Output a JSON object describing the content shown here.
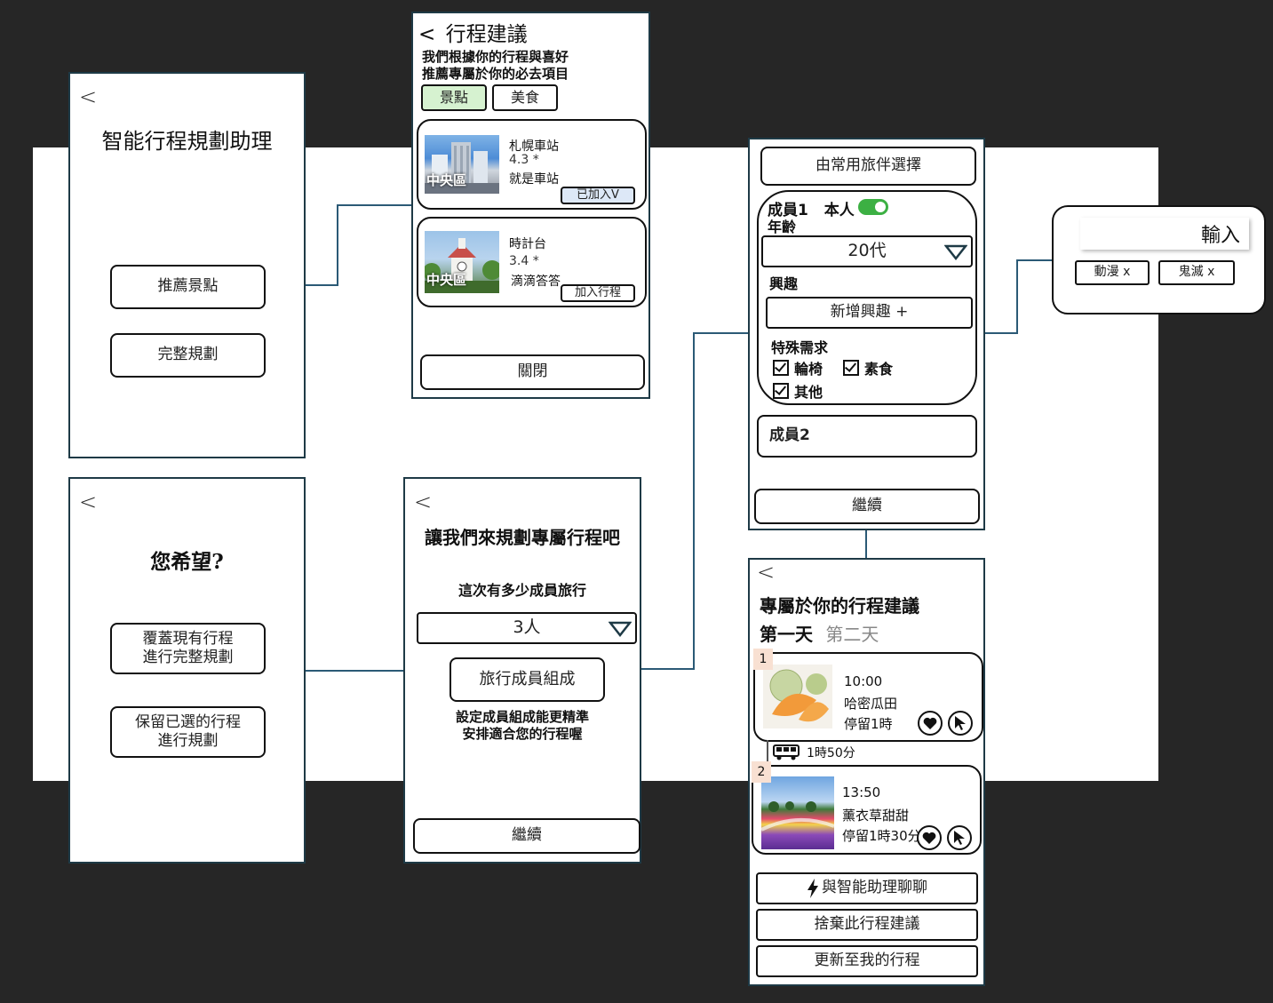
{
  "colors": {
    "background": "#262626",
    "frame_border": "#1e3a46",
    "connector": "#2b5a76",
    "tab_active": "#d6f2d0",
    "toggle_on": "#3cb043",
    "badge": "#dde8f7"
  },
  "screen1": {
    "back": "<",
    "title": "智能行程規劃助理",
    "btn_recommend": "推薦景點",
    "btn_full_plan": "完整規劃"
  },
  "screen2": {
    "back": "<",
    "title": "您希望?",
    "btn_overwrite_1": "覆蓋現有行程",
    "btn_overwrite_2": "進行完整規劃",
    "btn_keep_1": "保留已選的行程",
    "btn_keep_2": "進行規劃"
  },
  "screen3": {
    "back": "<",
    "title": "行程建議",
    "subtitle_1": "我們根據你的行程與喜好",
    "subtitle_2": "推薦專屬於你的必去項目",
    "tabs": [
      {
        "label": "景點",
        "active": true
      },
      {
        "label": "美食",
        "active": false
      }
    ],
    "items": [
      {
        "name": "札幌車站",
        "rating": "4.3 *",
        "desc": "就是車站",
        "area": "中央區",
        "action": "已加入V"
      },
      {
        "name": "時計台",
        "rating": "3.4 *",
        "desc": "滴滴答答",
        "area": "中央區",
        "action": "加入行程"
      }
    ],
    "close": "關閉"
  },
  "screen4": {
    "back": "<",
    "title": "讓我們來規劃專屬行程吧",
    "question": "這次有多少成員旅行",
    "count": "3人",
    "btn_members": "旅行成員組成",
    "hint_1": "設定成員組成能更精準",
    "hint_2": "安排適合您的行程喔",
    "continue": "繼續"
  },
  "screen5": {
    "btn_frequent": "由常用旅伴選擇",
    "member1": {
      "label": "成員1",
      "self_label": "本人",
      "self_on": true,
      "age_label": "年齡",
      "age_value": "20代",
      "interest_label": "興趣",
      "add_interest": "新增興趣 +",
      "special_label": "特殊需求",
      "needs": [
        "輪椅",
        "素食",
        "其他"
      ]
    },
    "member2": "成員2",
    "continue": "繼續"
  },
  "popup": {
    "input_label": "輸入",
    "tags": [
      "動漫 x",
      "鬼滅 x"
    ]
  },
  "screen6": {
    "back": "<",
    "title": "專屬於你的行程建議",
    "day_tabs": [
      "第一天",
      "第二天"
    ],
    "stops": [
      {
        "num": "1",
        "time": "10:00",
        "name": "哈密瓜田",
        "stay": "停留1時"
      },
      {
        "num": "2",
        "time": "13:50",
        "name": "薰衣草甜甜",
        "stay": "停留1時30分"
      }
    ],
    "transit": "1時50分",
    "btn_chat": "與智能助理聊聊",
    "btn_discard": "捨棄此行程建議",
    "btn_update": "更新至我的行程"
  }
}
